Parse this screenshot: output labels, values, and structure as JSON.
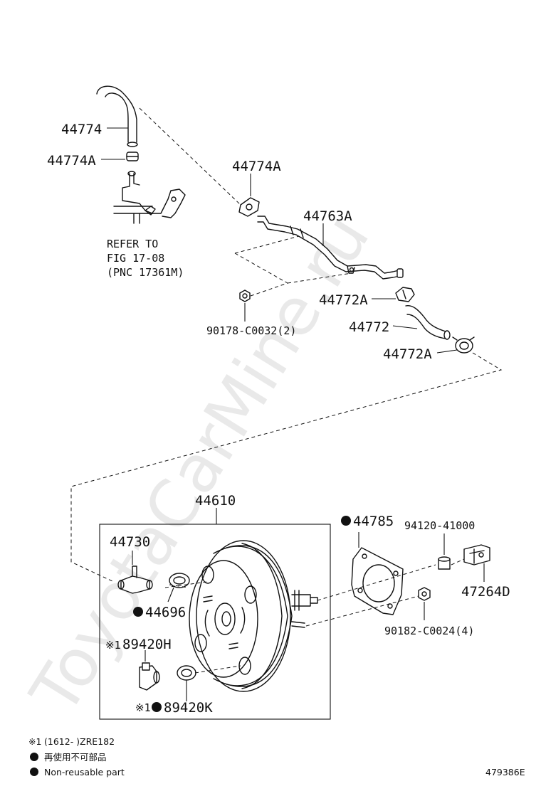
{
  "watermark": "ToyotaCarMine.ru",
  "labels": {
    "p44774": "44774",
    "p44774A_left": "44774A",
    "p44774A_top": "44774A",
    "p44763A": "44763A",
    "p44772A_upper": "44772A",
    "p44772": "44772",
    "p44772A_lower": "44772A",
    "p90178": "90178-C0032(2)",
    "refer_line1": "REFER TO",
    "refer_line2": "FIG 17-08",
    "refer_line3": "(PNC 17361M)",
    "p44610": "44610",
    "p44730": "44730",
    "p44696": "44696",
    "p89420H": "89420H",
    "p89420K": "89420K",
    "p44785": "44785",
    "p94120": "94120-41000",
    "p47264D": "47264D",
    "p90182": "90182-C0024(4)"
  },
  "marks": {
    "note_ref": "※1",
    "nonreusable": "●"
  },
  "footnotes": {
    "note1_mark": "※1",
    "note1_text": "(1612-       )ZRE182",
    "ja_mark": "●",
    "ja_text": "再使用不可部品",
    "en_mark": "●",
    "en_text": "Non-reusable part"
  },
  "diagram_id": "479386E"
}
